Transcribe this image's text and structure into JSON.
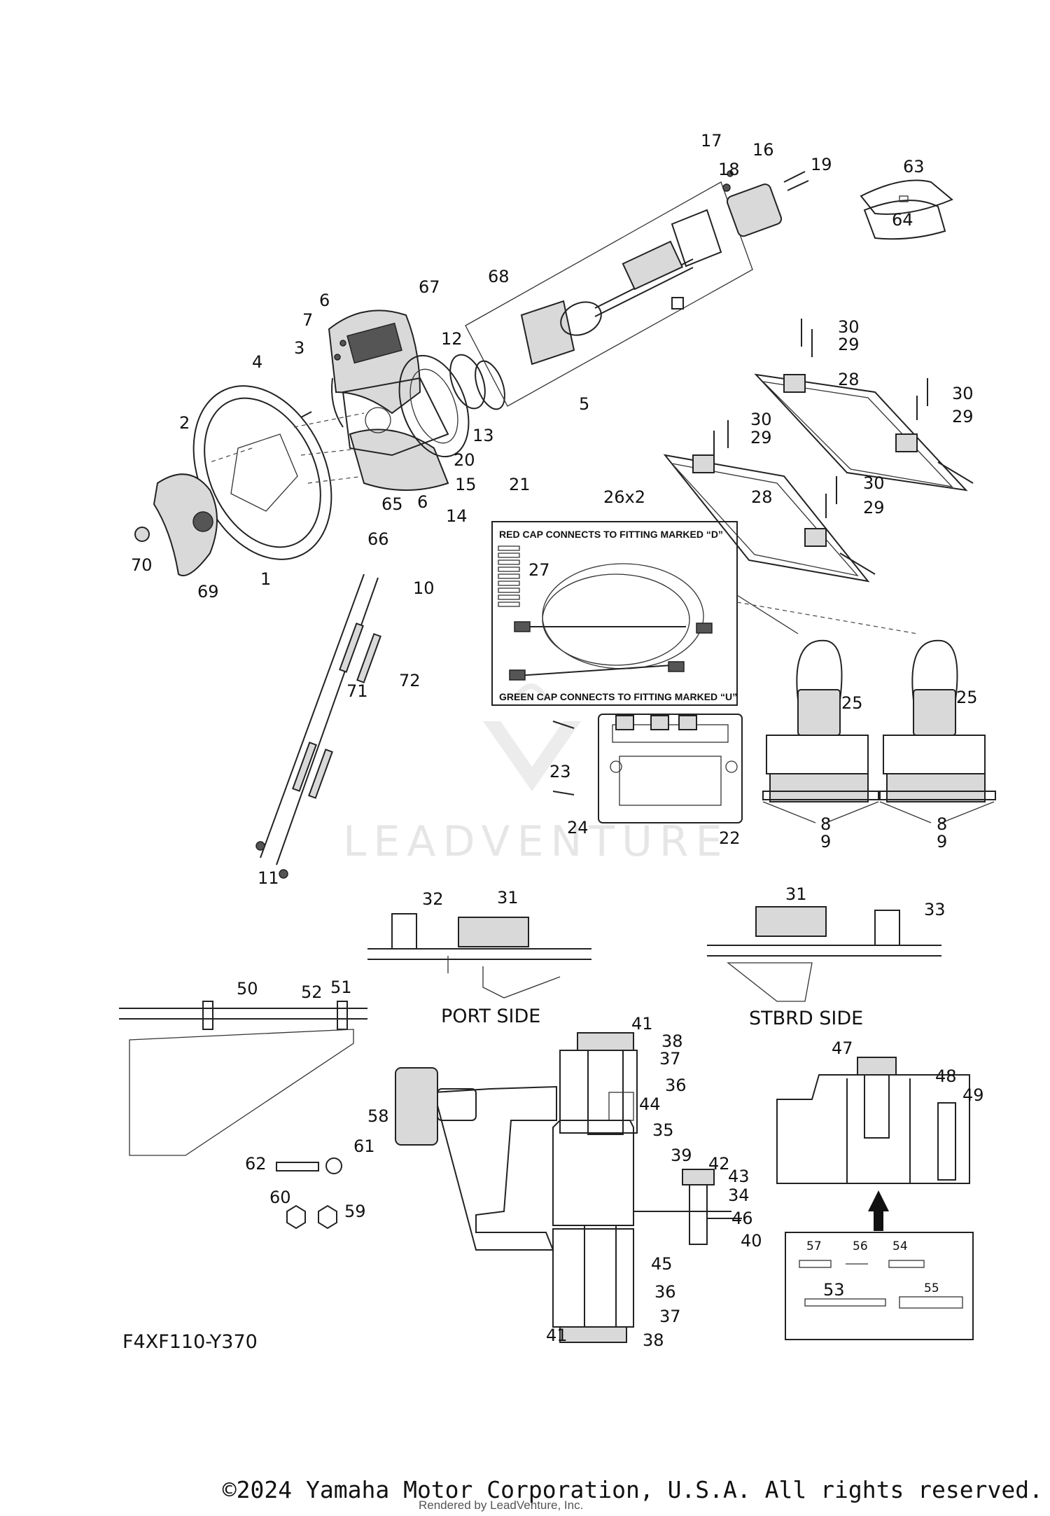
{
  "watermark": "LEADVENTURE",
  "diagram_code": "F4XF110-Y370",
  "captions": {
    "port_side": "PORT SIDE",
    "stbrd_side": "STBRD SIDE",
    "red_cap_note": "RED CAP CONNECTS TO FITTING MARKED “D”",
    "green_cap_note": "GREEN CAP CONNECTS TO FITTING MARKED “U”"
  },
  "callouts": [
    "1",
    "2",
    "3",
    "4",
    "5",
    "6",
    "6",
    "7",
    "8",
    "8",
    "9",
    "9",
    "10",
    "11",
    "12",
    "13",
    "14",
    "15",
    "16",
    "17",
    "18",
    "19",
    "20",
    "21",
    "22",
    "23",
    "24",
    "25",
    "25",
    "26x2",
    "27",
    "28",
    "28",
    "29",
    "29",
    "29",
    "29",
    "30",
    "30",
    "30",
    "30",
    "31",
    "31",
    "32",
    "33",
    "34",
    "35",
    "36",
    "36",
    "37",
    "37",
    "38",
    "38",
    "39",
    "40",
    "41",
    "41",
    "42",
    "43",
    "44",
    "45",
    "46",
    "47",
    "48",
    "49",
    "50",
    "51",
    "52",
    "53",
    "54",
    "55",
    "56",
    "57",
    "58",
    "59",
    "60",
    "61",
    "62",
    "63",
    "64",
    "65",
    "66",
    "67",
    "68",
    "69",
    "70",
    "71",
    "72"
  ],
  "footer": {
    "copyright": "©2024 Yamaha Motor Corporation, U.S.A. All rights reserved.",
    "rendered_by": "Rendered by LeadVenture, Inc."
  }
}
